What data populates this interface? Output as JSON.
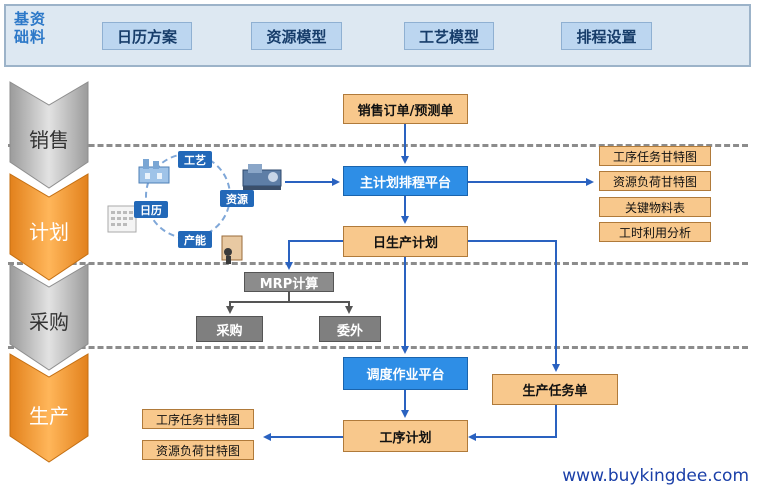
{
  "header": {
    "base_label": "基资础料",
    "buttons": [
      "日历方案",
      "资源模型",
      "工艺模型",
      "排程设置"
    ]
  },
  "stages": [
    "销售",
    "计划",
    "采购",
    "生产"
  ],
  "colors": {
    "stage_gray": "#c4c4c4",
    "stage_orange": "#f39a32",
    "blue_box": "#2e8ee6",
    "orange_box": "#f8c88c",
    "arrow": "#2a62c0"
  },
  "flow": {
    "sales_order": "销售订单/预测单",
    "master_platform": "主计划排程平台",
    "daily_plan": "日生产计划",
    "mrp": "MRP计算",
    "purchase": "采购",
    "outsource": "委外",
    "dispatch_platform": "调度作业平台",
    "task_order": "生产任务单",
    "process_plan": "工序计划"
  },
  "right_reports": [
    "工序任务甘特图",
    "资源负荷甘特图",
    "关键物料表",
    "工时利用分析"
  ],
  "left_reports": [
    "工序任务甘特图",
    "资源负荷甘特图"
  ],
  "model_badges": {
    "process": "工艺",
    "resource": "资源",
    "calendar": "日历",
    "capacity": "产能"
  },
  "footer": {
    "url": "www.buykingdee.com"
  }
}
